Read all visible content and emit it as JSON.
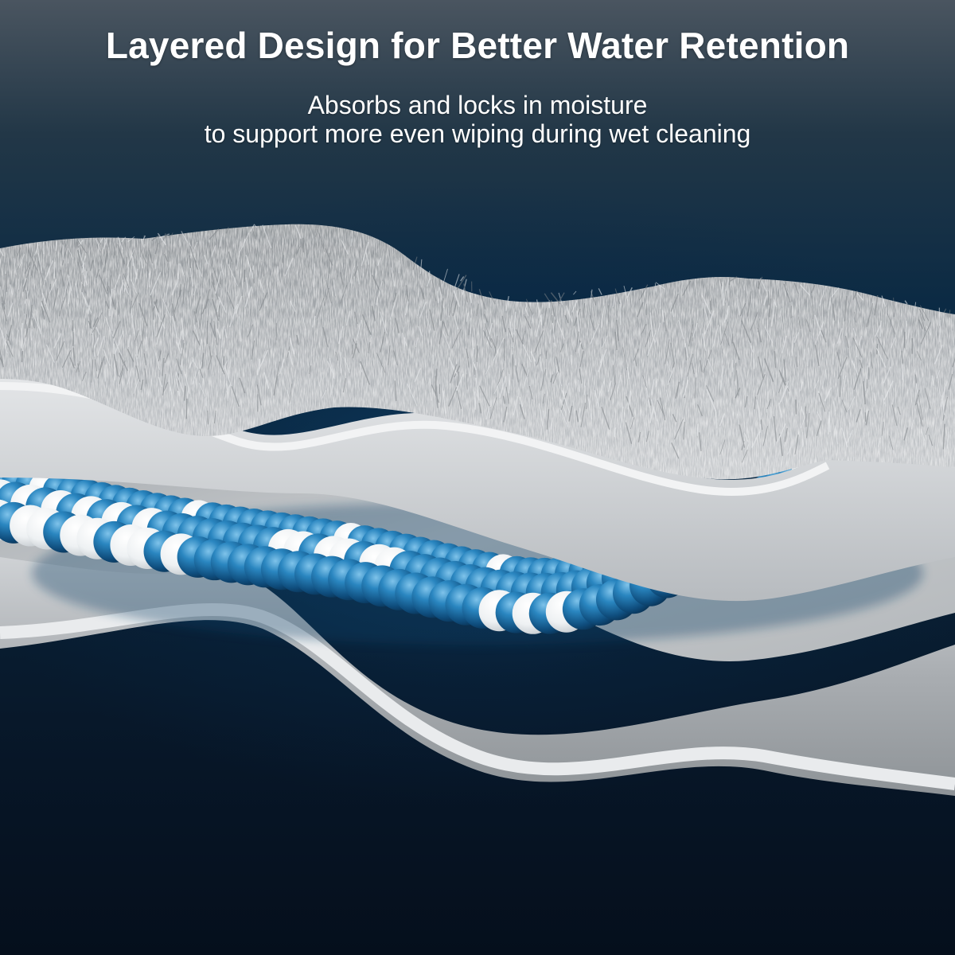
{
  "headline": "Layered Design for Better Water Retention",
  "subheadline": {
    "line1": "Absorbs and locks in moisture",
    "line2": "to support more even wiping during wet cleaning"
  },
  "illustration": {
    "subject": "cross-section of layered cleaning pad",
    "layers": [
      "plush-fiber-top-layer",
      "inner-membrane-layer",
      "water-absorbing-bead-core",
      "base-layer"
    ],
    "colors": {
      "fiber": "#b9bdc1",
      "membrane": "#d6d8da",
      "bead_blue": "#1d6fa6",
      "bead_white": "#f2f4f6"
    }
  }
}
